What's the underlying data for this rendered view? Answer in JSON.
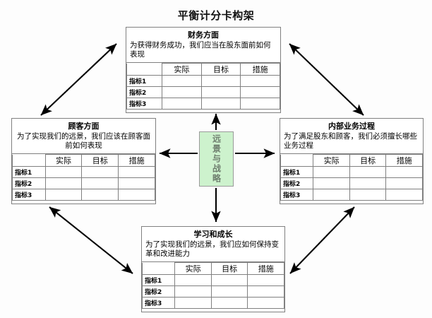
{
  "title": "平衡计分卡构架",
  "center": {
    "label": "远景与战略",
    "fill": "#cdf2cd",
    "border": "#9a9a9a"
  },
  "table": {
    "columns": [
      "",
      "实际",
      "目标",
      "措施"
    ],
    "rows": [
      "指标1",
      "指标2",
      "指标3"
    ]
  },
  "perspectives": {
    "financial": {
      "title": "财务方面",
      "desc": "为获得财务成功，我们应当在股东面前如何表现",
      "align": "left"
    },
    "customer": {
      "title": "顾客方面",
      "desc": "为了实现我们的远景，我们应该在顾客面前如何表现",
      "align": "center"
    },
    "internal": {
      "title": "内部业务过程",
      "desc": "为了满足股东和顾客，我们必须擅长哪些业务过程",
      "align": "left"
    },
    "learning": {
      "title": "学习和成长",
      "desc": "为了实现我们的远景，我们应如何保持变革和改进能力",
      "align": "left"
    }
  },
  "connectors": {
    "center_to_financial": "up-arrow",
    "center_to_learning": "down-arrow",
    "center_to_customer": "left-arrow",
    "center_to_internal": "right-arrow",
    "financial_customer": "double-arrow",
    "financial_internal": "double-arrow",
    "customer_learning": "double-arrow",
    "internal_learning": "double-arrow"
  }
}
